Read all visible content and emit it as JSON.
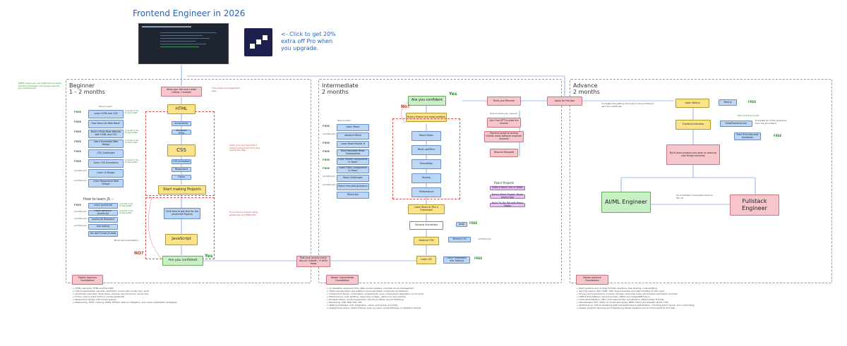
{
  "header": {
    "title": "Frontend Engineer in 2026",
    "promo": "<- Click to get 20% extra off Pro when you upgrade."
  },
  "side_note": "FREE means you can watch the modules but the challenges and review requires pro membership",
  "sections": {
    "beginner": "Beginner\n1 - 2 months",
    "intermediate": "Intermediate\n2 months",
    "advance": "Advance\n2 months"
  },
  "top": {
    "write_first": "Write your first and create GitHub / LinkedIn",
    "important": "This is the most important step"
  },
  "beginner": {
    "how_to_learn": "How to learn",
    "html": "HTML",
    "css": "CSS",
    "accessibility": "Accessibility",
    "semantic": "Semantic HTML",
    "css_animation": "CSS Animation",
    "responsive": "Responsive",
    "figma": "Figma",
    "learn_one": "Learn one concept build a project using build more and repeat the step",
    "start_projects": "Start making Projects",
    "click_ideas": "Click here to get Idea for the JavaScript Projects",
    "try_build": "Try to build a project using JavaScript and HTML/CSS",
    "javascript": "JavaScript",
    "are_you_confident": "Are you confident",
    "yes": "Yes",
    "no": "NO?",
    "book": "Book recommendation",
    "how_to_learn_js": "How to learn JS :-",
    "items": [
      {
        "tag": "FREE",
        "label": "Learn HTML and CSS",
        "note": "Included in the Frontend Path"
      },
      {
        "tag": "FREE",
        "label": "How Does the Web Work?",
        "note": ""
      },
      {
        "tag": "FREE",
        "label": "Build a Multi-Page Website with HTML and CSS",
        "note": "Included in the Frontend Path"
      },
      {
        "tag": "FREE",
        "label": "Learn Accessible Web Design",
        "note": "Included in the Frontend Path"
      },
      {
        "tag": "FREE",
        "label": "CSS Challenges",
        "note": ""
      },
      {
        "tag": "FREE",
        "label": "Learn CSS Animations",
        "note": "Included in the Frontend Path"
      },
      {
        "tag": "scrimba pro",
        "label": "Learn UI Design",
        "note": ""
      },
      {
        "tag": "scrimba pro",
        "label": "Learn Responsive Web Design",
        "note": ""
      }
    ],
    "js_items": [
      {
        "tag": "FREE",
        "label": "Learn JavaScript",
        "note": "Included in the Frontend Path"
      },
      {
        "tag": "scrimba pro",
        "label": "Learn advance JavaScript",
        "note": "Included in the Frontend Path"
      },
      {
        "tag": "scrimba pro",
        "label": "JavaScript Deepdive",
        "note": ""
      },
      {
        "tag": "scrimba pro",
        "label": "Unit testing",
        "note": ""
      },
      {
        "tag": "",
        "label": "You don't know JS book",
        "note": ""
      }
    ],
    "master": "Master beginner Foundations",
    "bullets": [
      "-> HTML: semantic HTML and the DOM",
      "-> CSS fundamentals: cascade, specificity, layout (box model, flex, grid)",
      "-> JavaScript: execution deep dives, closures, asynchronous, event loop",
      "-> Forms: how to build forms in vanilla JavaScript",
      "-> Responsive design, CSS media queries",
      "-> Networking: HTTP, caching, CDNs, HTTP/2, latency mitigation, and cache invalidation strategies"
    ]
  },
  "intermediate": {
    "how_to_learn": "How to learn",
    "are_you_confident": "Are you confident",
    "yes": "Yes",
    "no": "No?",
    "build_project": "Build a Project and make portfolio",
    "react_nodes": [
      "React Hooks",
      "React useEffect",
      "Reusability",
      "Routing",
      "Performance"
    ],
    "learn_react": "Learn React or Pick a Framework",
    "optional": "Optional Animations",
    "advance_css": "Advance CSS",
    "learn_ui": "Learn UI5",
    "gsap": "gsap",
    "tailwind": "Tailwind CSS",
    "learn_framework": "Learn Framework into Tailwind",
    "post_journey": "Post your journey every day on LinkedIn / X write blogs",
    "items": [
      {
        "tag": "FREE",
        "label": "Learn React",
        "note": ""
      },
      {
        "tag": "scrimba pro",
        "label": "Advance React",
        "note": ""
      },
      {
        "tag": "FREE",
        "label": "Learn React Router 6",
        "note": ""
      },
      {
        "tag": "FREE",
        "label": "Build Reusable React Components",
        "note": ""
      },
      {
        "tag": "FREE",
        "label": "Learn Styled Components in React",
        "note": ""
      },
      {
        "tag": "FREE",
        "label": "Learn Class Components in React",
        "note": ""
      },
      {
        "tag": "scrimba pro",
        "label": "React Challenges",
        "note": ""
      },
      {
        "tag": "scrimba pro",
        "label": "React interview questions",
        "note": ""
      },
      {
        "tag": "",
        "label": "React.dev",
        "note": ""
      }
    ],
    "resume": "Build your Resume",
    "how_build": "How to build your resume",
    "use_chat": "Use Chat GPT to build the resume",
    "practical_guide": "Practical guide to writing FAANG-ready software engineer resumes",
    "resume_template": "Resume Template",
    "react_projects_title": "React Projects",
    "react_projects": [
      "Build a Meme Gen in React",
      "Build a React Project: Movie Search App",
      "Build Tic Tac Toe with React Hooks"
    ],
    "master": "Master Intermediate Foundations",
    "bullets": [
      "-> Accessibility: keyboard First, ARIA, screen readers, contrast, focus management",
      "-> State management: App patterns and predictable component architecture",
      "-> Component design: composition, props/inputs, pure components, separation of concerns",
      "-> Performance: code splitting, responsive images, debounce, lazy loading",
      "-> Browser basics: rendering pipeline, repaint vs reflow, layout thrashing",
      "-> Rendering: CSR, SSR, SSG, ISR",
      "-> Testing strategies: unit, integration, visual, and end-to-end tests",
      "-> Deployment basics: static hosting, edge vs origin, cache lifetimes, invalidation recipes"
    ]
  },
  "advance": {
    "apply": "Apply for the jobs",
    "complete": "Complete the getting hired part in the scrimba to earn the certificate",
    "learn_next": "Learn Next.js",
    "nextjs": "Next.js",
    "frontend_interview": "Frontend Interview",
    "paid_free": "Paid and Free model",
    "great_frontend": "GreatFrontend.com",
    "complete_questions": "Complete all of the questions from the JS to React",
    "frontend_handbook": "Front End Interview Handbook",
    "build_more": "Build more projects and work on learning new things everyday",
    "ai_ml": "AI/ML Engineer",
    "fullstack": "Fullstack Engineer",
    "once_fullstack": "Once Fullstack completed move to ML / AI",
    "master": "Master advance Foundations",
    "bullets": [
      "-> Build systems and module formats: bundlers, tree shaking, code-splitting",
      "-> Security basics: XSS, CSRF, CSP, secure headers and safe handling of user input",
      "-> Privacy and permissions: cookies, storage, same-site rules, and browser permission prompts",
      "-> Offline first patterns: service workers, PWAs and IndexedDB basics",
      "-> Internationalization: i18n / l10n approaches, pluralization, date/number formats",
      "-> Maintainable CSS: utility vs component styles, BEM, CSS-in-JS tradeoffs, atomic CSS",
      "-> Performance: critical rendering path and performance optimization, including paint, layout, and compositing",
      "-> Design systems: Building and maintaining design systems and UI components for the web"
    ]
  },
  "free_label": "FREE"
}
